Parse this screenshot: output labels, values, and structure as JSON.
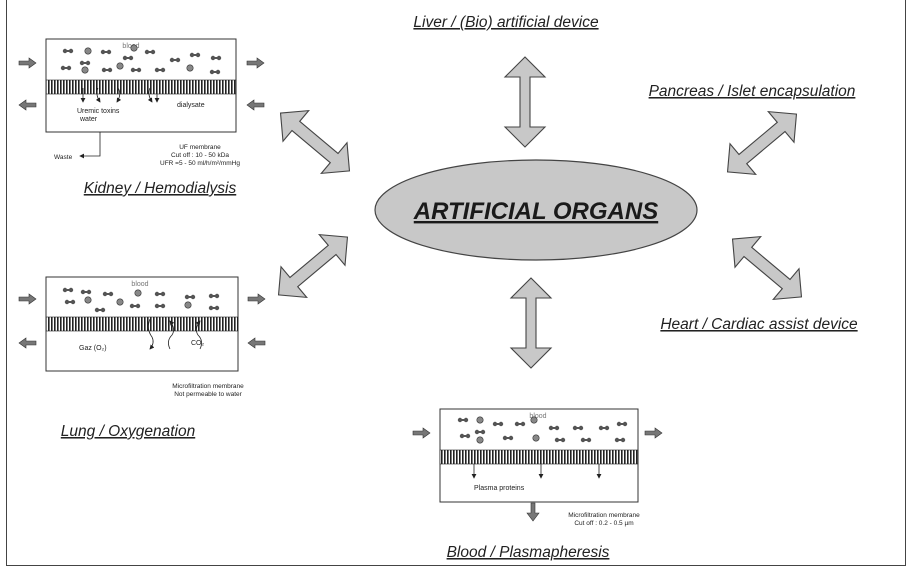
{
  "center": {
    "title": "ARTIFICIAL ORGANS"
  },
  "organs": {
    "liver": "Liver / (Bio) artificial device",
    "pancreas": "Pancreas / Islet encapsulation",
    "heart": "Heart / Cardiac assist device",
    "kidney": "Kidney / Hemodialysis",
    "lung": "Lung / Oxygenation",
    "blood": "Blood / Plasmapheresis"
  },
  "kidney_panel": {
    "blood": "blood",
    "toxins_line1": "Uremic toxins",
    "toxins_line2": "water",
    "dialysate": "dialysate",
    "waste": "Waste",
    "membrane_line1": "UF membrane",
    "membrane_line2": "Cut off : 10 - 50 kDa",
    "membrane_line3": "UFR =5 - 50 ml/h/m²/mmHg"
  },
  "lung_panel": {
    "blood": "blood",
    "gas_o2": "Gaz (O₂)",
    "co2": "CO₂",
    "membrane_line1": "Microfiltration membrane",
    "membrane_line2": "Not permeable to water"
  },
  "blood_panel": {
    "blood": "blood",
    "plasma": "Plasma proteins",
    "membrane_line1": "Microfiltration membrane",
    "membrane_line2": "Cut off : 0.2 - 0.5 µm"
  },
  "colors": {
    "arrow_fill": "#c8c8c8",
    "ellipse_fill": "#c8c8c8",
    "stroke": "#444444"
  }
}
